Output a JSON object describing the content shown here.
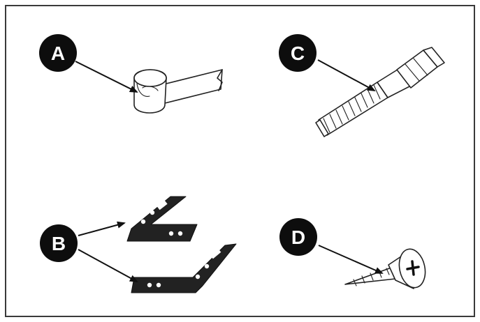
{
  "labels": {
    "a": "A",
    "b": "B",
    "c": "C",
    "d": "D"
  },
  "icons": {
    "a": "hook-strap-icon",
    "b": "angle-bracket-icon",
    "c": "lag-screw-icon",
    "d": "wood-screw-icon"
  }
}
